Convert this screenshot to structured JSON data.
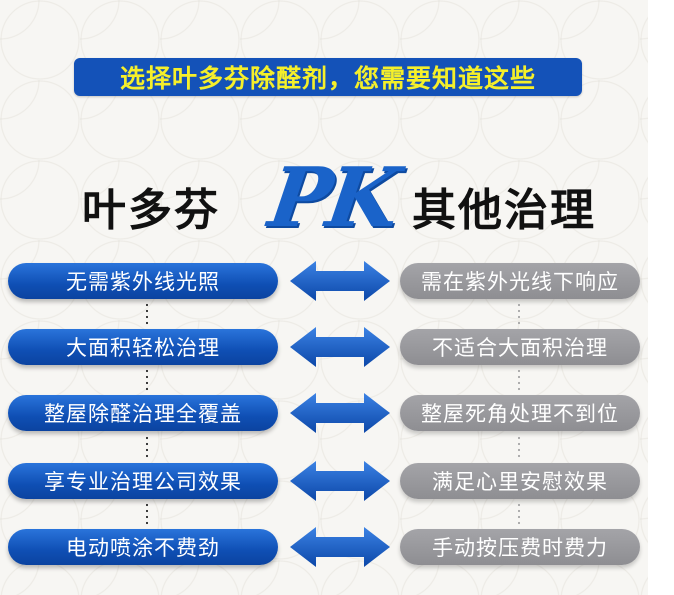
{
  "banner": {
    "text": "选择叶多芬除醛剂，您需要知道这些",
    "bg_color": "#1452b8",
    "text_color": "#f5ef2a"
  },
  "versus": {
    "left_brand": "叶多芬",
    "vs_label": "PK",
    "right_brand": "其他治理",
    "vs_color": "#1a63c9"
  },
  "comparisons": [
    {
      "ours": "无需紫外线光照",
      "theirs": "需在紫外光线下响应"
    },
    {
      "ours": "大面积轻松治理",
      "theirs": "不适合大面积治理"
    },
    {
      "ours": "整屋除醛治理全覆盖",
      "theirs": "整屋死角处理不到位"
    },
    {
      "ours": "享专业治理公司效果",
      "theirs": "满足心里安慰效果"
    },
    {
      "ours": "电动喷涂不费劲",
      "theirs": "手动按压费时费力"
    }
  ],
  "colors": {
    "ours_pill": "#1456be",
    "theirs_pill": "#9a9a9e",
    "arrow": "#1858c4"
  },
  "icons": {
    "arrow": "double-headed-arrow-icon"
  }
}
